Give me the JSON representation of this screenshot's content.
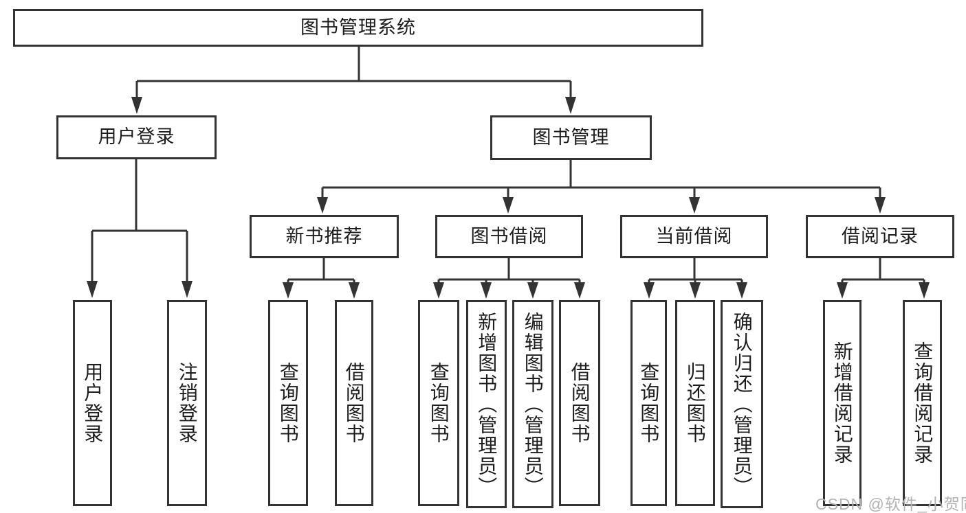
{
  "tree": {
    "root": "图书管理系统",
    "level1": [
      {
        "label": "用户登录",
        "leaves": [
          "用户登录",
          "注销登录"
        ]
      },
      {
        "label": "图书管理"
      }
    ],
    "level2": [
      {
        "label": "新书推荐",
        "leaves": [
          "查询图书",
          "借阅图书"
        ]
      },
      {
        "label": "图书借阅",
        "leaves": [
          "查询图书",
          "新增图书（管理员）",
          "编辑图书（管理员）",
          "借阅图书"
        ]
      },
      {
        "label": "当前借阅",
        "leaves": [
          "查询图书",
          "归还图书",
          "确认归还（管理员）"
        ]
      },
      {
        "label": "借阅记录",
        "leaves": [
          "新增借阅记录",
          "查询借阅记录"
        ]
      }
    ]
  },
  "watermark": "CSDN @软件_小贺同学",
  "colors": {
    "line": "#333333",
    "text": "#1c1c1c",
    "watermark": "#b2b2b2",
    "background": "#ffffff"
  }
}
